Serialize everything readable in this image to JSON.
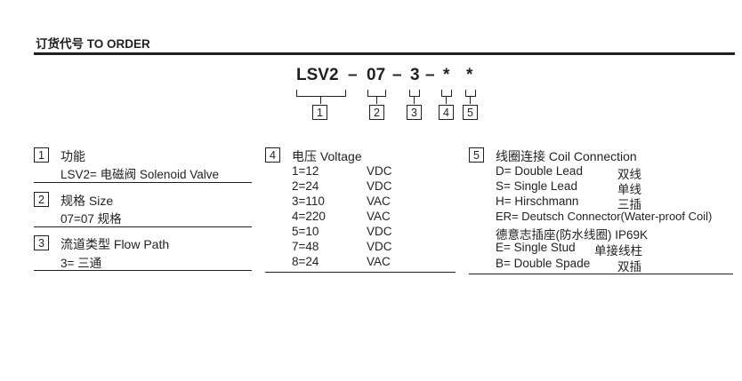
{
  "header": {
    "title": "订货代号 TO ORDER"
  },
  "code": {
    "parts": [
      "LSV2",
      "–",
      "07",
      "–",
      "3",
      "–",
      "*",
      "*"
    ],
    "markers": [
      "1",
      "2",
      "3",
      "4",
      "5"
    ]
  },
  "sections": {
    "s1": {
      "num": "1",
      "title": "功能",
      "lines": [
        "LSV2= 电磁阀 Solenoid Valve"
      ]
    },
    "s2": {
      "num": "2",
      "title": "规格 Size",
      "lines": [
        "07=07 规格"
      ]
    },
    "s3": {
      "num": "3",
      "title": "流道类型 Flow Path",
      "lines": [
        "3= 三通"
      ]
    },
    "s4": {
      "num": "4",
      "title": "电压 Voltage",
      "rows": [
        {
          "code": "1=12",
          "unit": "VDC"
        },
        {
          "code": "2=24",
          "unit": "VDC"
        },
        {
          "code": "3=110",
          "unit": "VAC"
        },
        {
          "code": "4=220",
          "unit": "VAC"
        },
        {
          "code": "5=10",
          "unit": "VDC"
        },
        {
          "code": "7=48",
          "unit": "VDC"
        },
        {
          "code": "8=24",
          "unit": "VAC"
        }
      ]
    },
    "s5": {
      "num": "5",
      "title": "线圈连接 Coil Connection",
      "rows": [
        {
          "en": "D= Double Lead",
          "cn": "双线"
        },
        {
          "en": "S= Single Lead",
          "cn": "单线"
        },
        {
          "en": "H= Hirschmann",
          "cn": "三插"
        },
        {
          "en": "ER= Deutsch Connector(Water-proof Coil)",
          "cn": ""
        },
        {
          "en": "德意志插座(防水线圈) IP69K",
          "cn": ""
        },
        {
          "en": "E= Single Stud",
          "cn": "单接线柱"
        },
        {
          "en": "B= Double Spade",
          "cn": "双插"
        }
      ]
    }
  }
}
